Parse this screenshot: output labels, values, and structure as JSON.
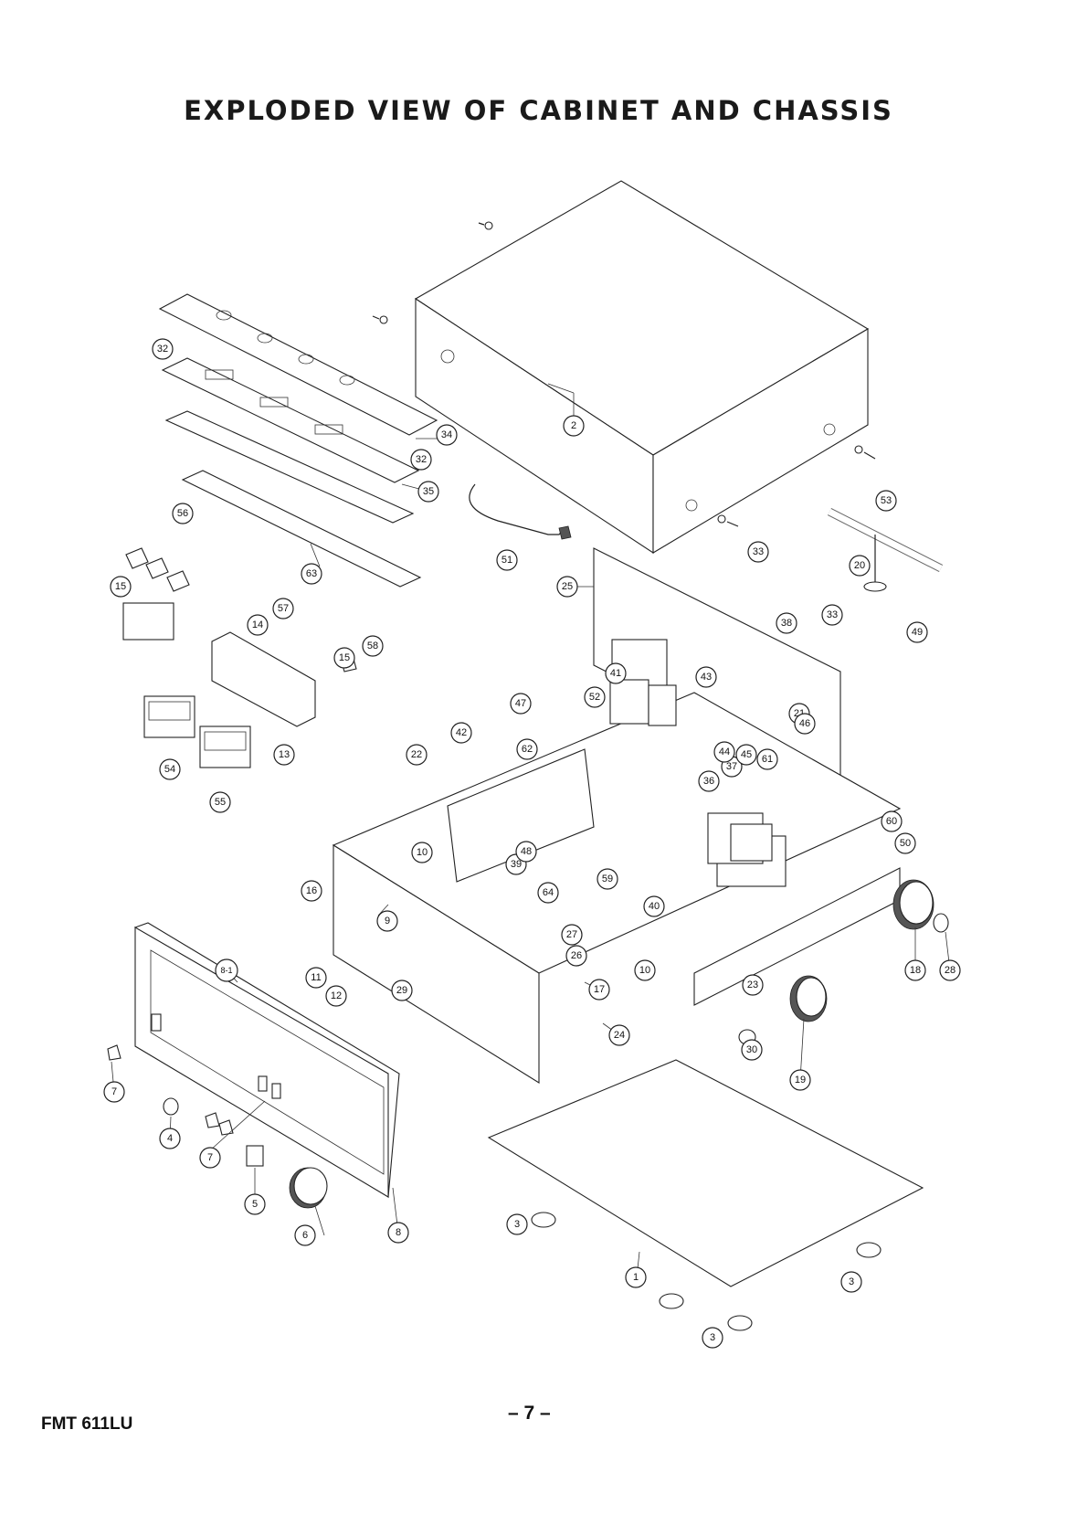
{
  "title": "EXPLODED VIEW OF CABINET AND CHASSIS",
  "model": "FMT 611LU",
  "page_number": "– 7 –",
  "callouts": [
    "1",
    "2",
    "3",
    "3",
    "3",
    "3",
    "4",
    "5",
    "6",
    "7",
    "7",
    "8",
    "8-1",
    "9",
    "10",
    "10",
    "11",
    "12",
    "13",
    "14",
    "15",
    "15",
    "16",
    "17",
    "18",
    "19",
    "20",
    "21",
    "22",
    "23",
    "24",
    "25",
    "26",
    "27",
    "28",
    "29",
    "30",
    "32",
    "32",
    "33",
    "33",
    "34",
    "35",
    "36",
    "37",
    "38",
    "39",
    "40",
    "41",
    "42",
    "43",
    "44",
    "45",
    "46",
    "47",
    "48",
    "49",
    "50",
    "51",
    "52",
    "53",
    "54",
    "55",
    "56",
    "57",
    "58",
    "59",
    "60",
    "61",
    "62",
    "63",
    "64"
  ]
}
